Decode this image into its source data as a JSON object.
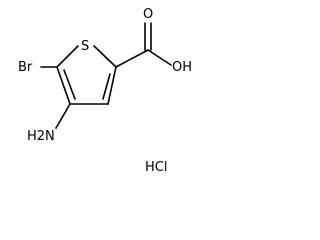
{
  "atoms": {
    "S": "S",
    "Br": "Br",
    "OH": "OH",
    "O": "O",
    "NH2": "H2N",
    "salt": "HCl"
  }
}
